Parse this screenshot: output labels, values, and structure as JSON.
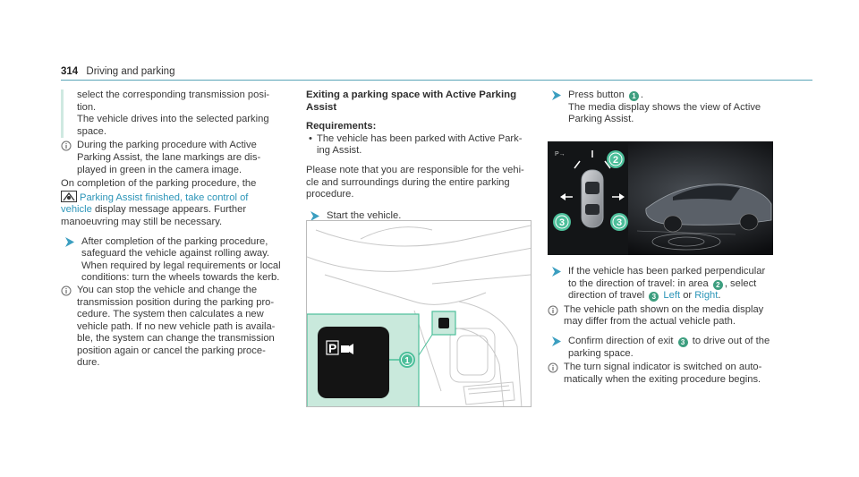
{
  "header": {
    "page_number": "314",
    "section": "Driving and parking"
  },
  "col1": {
    "cont_line1": "select the corresponding transmission posi-",
    "cont_line2": "tion.",
    "cont_line3": "The vehicle drives into the selected parking",
    "cont_line4": "space.",
    "note1_line1": "During the parking procedure with Active",
    "note1_line2": "Parking Assist, the lane markings are dis-",
    "note1_line3": "played in green in the camera image.",
    "completion_line1": "On completion of the parking procedure, the",
    "completion_msg1": "Parking Assist finished, take control of",
    "completion_msg2": "vehicle",
    "completion_line2b": "display message appears. Further",
    "completion_line3": "manoeuvring may still be necessary.",
    "step_line1": "After completion of the parking procedure,",
    "step_line2": "safeguard the vehicle against rolling away.",
    "step_line3": "When required by legal requirements or local",
    "step_line4": "conditions: turn the wheels towards the kerb.",
    "note2_line1": "You can stop the vehicle and change the",
    "note2_line2": "transmission position during the parking pro-",
    "note2_line3": "cedure. The system then calculates a new",
    "note2_line4": "vehicle path. If no new vehicle path is availa-",
    "note2_line5": "ble, the system can change the transmission",
    "note2_line6": "position again or cancel the parking proce-",
    "note2_line7": "dure."
  },
  "col2": {
    "heading": "Exiting a parking space with Active Parking Assist",
    "requirements": "Requirements:",
    "req_line1": "The vehicle has been parked with Active Park-",
    "req_line2": "ing Assist.",
    "note_line1": "Please note that you are responsible for the vehi-",
    "note_line2": "cle and surroundings during the entire parking",
    "note_line3": "procedure.",
    "step": "Start the vehicle.",
    "callout1": "1"
  },
  "col3": {
    "step1_line1a": "Press button",
    "step1_badge": "1",
    "step1_line2": "The media display shows the view of Active",
    "step1_line3": "Parking Assist.",
    "screen_label": "P→",
    "callout2": "2",
    "callout3": "3",
    "step2_line1": "If the vehicle has been parked perpendicular",
    "step2_line2a": "to the direction of travel: in area",
    "step2_badge": "2",
    "step2_line2b": ", select",
    "step2_line3a": "direction of travel",
    "step2_badge3": "3",
    "step2_left": "Left",
    "step2_or": "or",
    "step2_right": "Right",
    "note_line1": "The vehicle path shown on the media display",
    "note_line2": "may differ from the actual vehicle path.",
    "step3_line1a": "Confirm direction of exit",
    "step3_badge": "3",
    "step3_line1b": "to drive out of the",
    "step3_line2": "parking space.",
    "note2_line1": "The turn signal indicator is switched on auto-",
    "note2_line2": "matically when the exiting procedure begins."
  },
  "colors": {
    "accent": "#2c95b8",
    "bar": "#cfe9e1",
    "badge": "#3d9e7f",
    "callout": "#4cbf9a"
  }
}
